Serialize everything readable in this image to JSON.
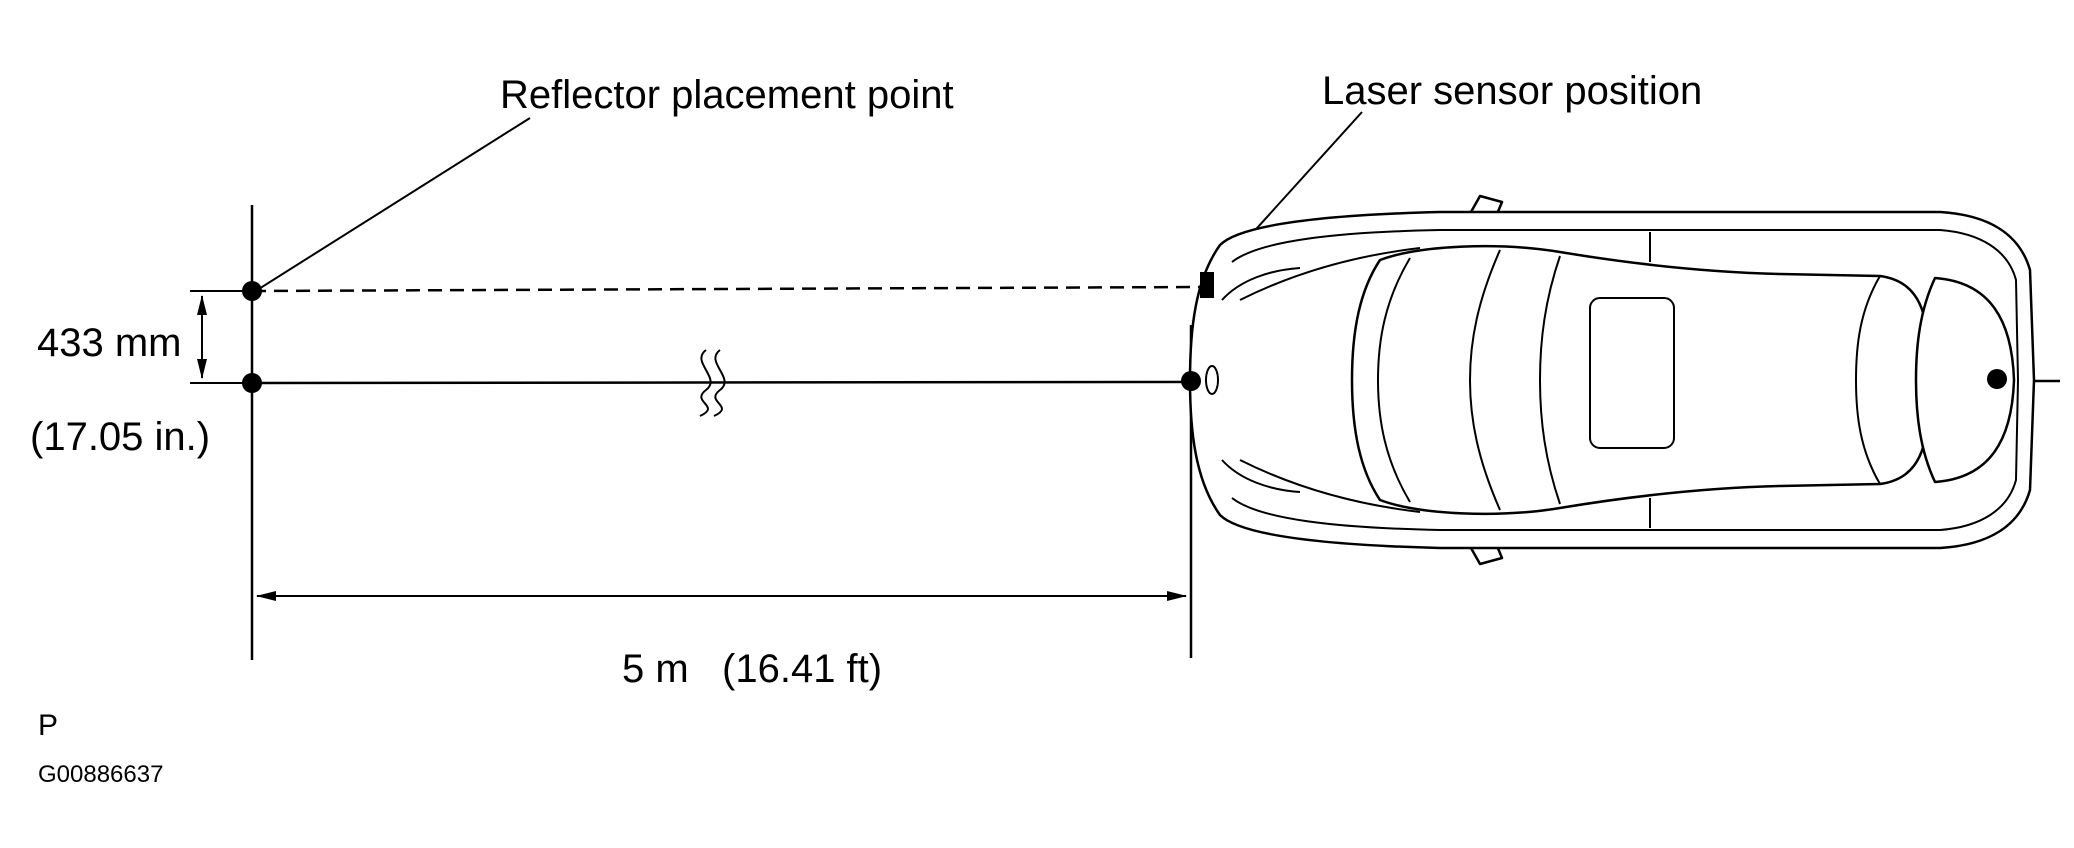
{
  "labels": {
    "reflector_point": "Reflector placement point",
    "laser_sensor": "Laser sensor position",
    "offset_mm": "433 mm",
    "offset_in": "(17.05 in.)",
    "distance": "5 m   (16.41 ft)",
    "corner_letter": "P",
    "figure_code": "G00886637"
  }
}
